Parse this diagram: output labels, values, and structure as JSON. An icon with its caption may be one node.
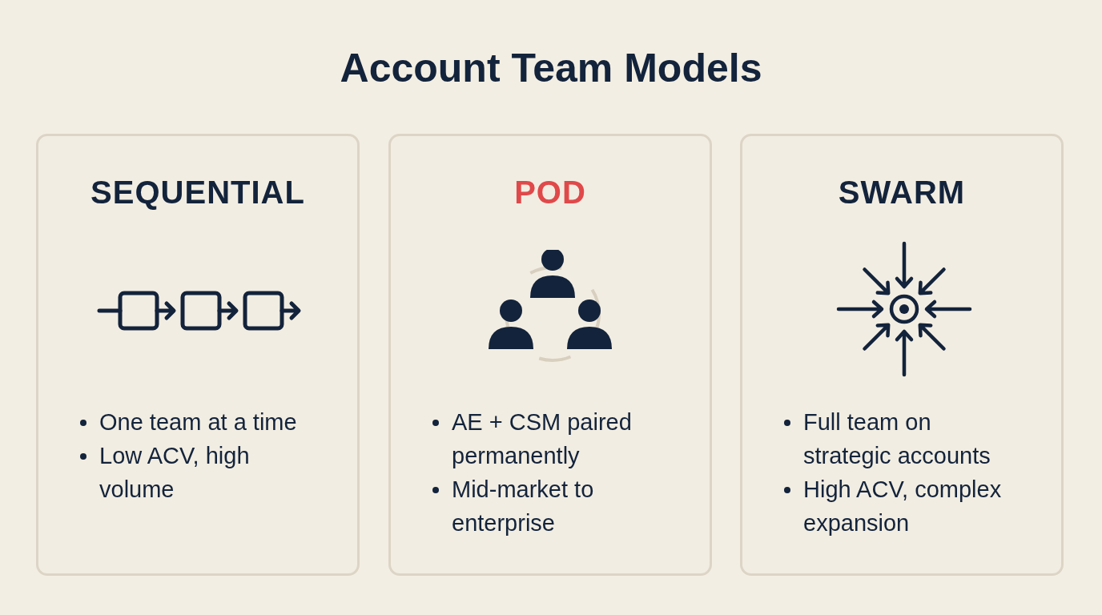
{
  "diagram": {
    "title": "Account Team Models",
    "nodes": [
      {
        "text": [
          "SEQUENTIAL",
          "One team at a time",
          "Low ACV, high volume"
        ]
      },
      {
        "text": [
          "POD",
          "AE + CSM paired permanently",
          "Mid-market to enterprise"
        ]
      },
      {
        "text": [
          "SWARM",
          "Full team on strategic accounts",
          "High ACV, complex expansion"
        ]
      }
    ],
    "edges": []
  }
}
